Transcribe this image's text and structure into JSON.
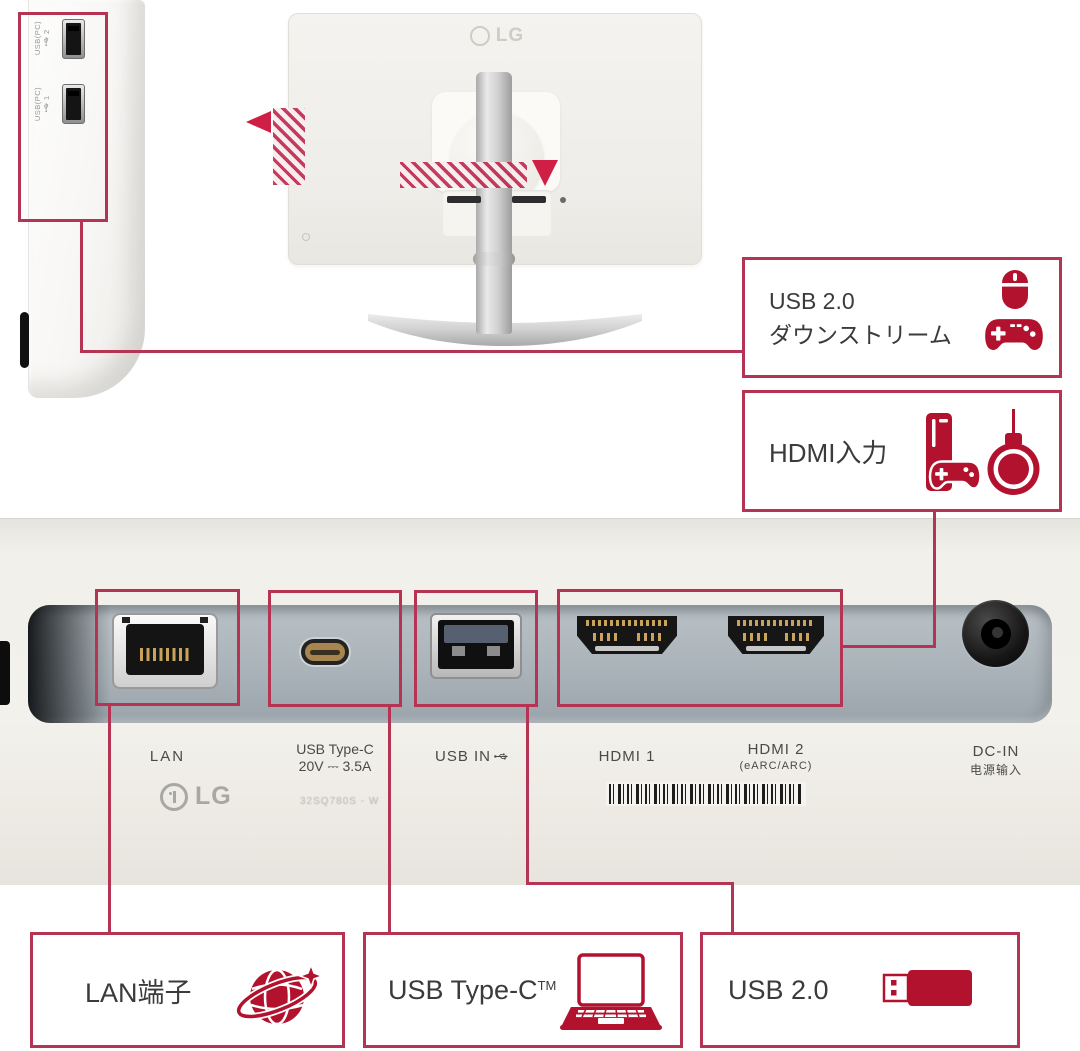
{
  "colors": {
    "accent_border": "#b63453",
    "accent_icon": "#b2122e",
    "strip_gray": "#a6afb5",
    "photo_background": "#efece6"
  },
  "side_panel": {
    "ports": [
      {
        "label": "USB(PC)",
        "number": "2"
      },
      {
        "label": "USB(PC)",
        "number": "1"
      }
    ]
  },
  "rear_view": {
    "logo_text": "LG"
  },
  "callouts": {
    "usb_downstream": {
      "line1": "USB 2.0",
      "line2": "ダウンストリーム"
    },
    "hdmi_input": {
      "label": "HDMI入力"
    },
    "lan": {
      "label": "LAN端子"
    },
    "usb_type_c": {
      "label": "USB Type-C",
      "superscript": "TM"
    },
    "usb_20": {
      "label": "USB 2.0"
    }
  },
  "port_strip": {
    "labels": {
      "lan": "LAN",
      "type_c_line1": "USB Type-C",
      "type_c_line2": "20V ⎓ 3.5A",
      "usb_in": "USB IN",
      "hdmi_1": "HDMI 1",
      "hdmi_2": "HDMI 2",
      "hdmi_2_sub": "(eARC/ARC)",
      "dc_in": "DC-IN",
      "dc_in_sub": "电源输入"
    },
    "brand": {
      "logo": "LG",
      "model": "32SQ780S - W"
    }
  }
}
